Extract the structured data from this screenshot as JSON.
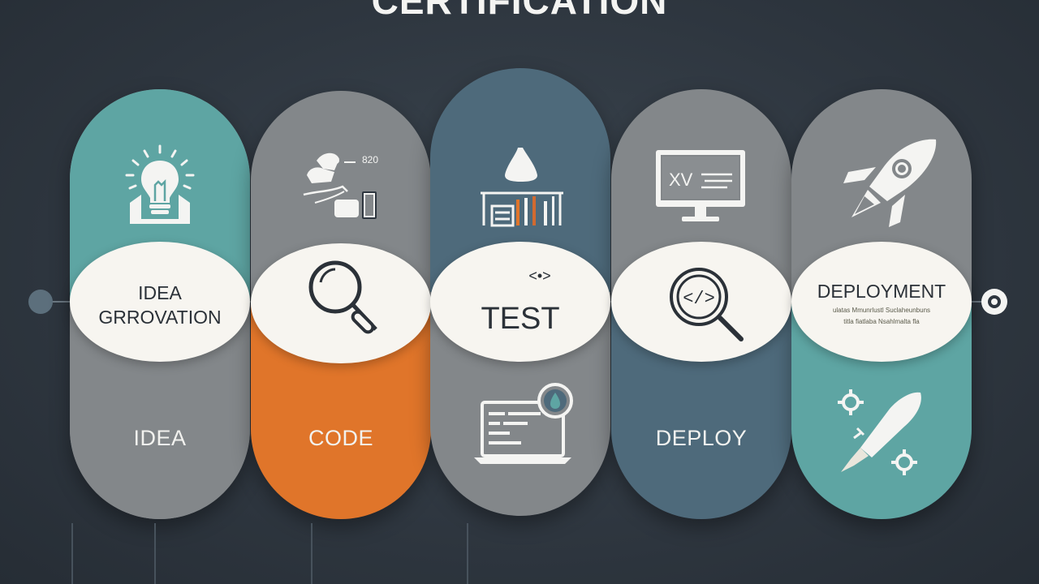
{
  "title": "CERTIFICATION",
  "stages": [
    {
      "lens_title": "IDEA",
      "lens_subtitle": "GRROVATION",
      "bottom_label": "IDEA",
      "top_icon": "lightbulb-icon",
      "lens_icon": null,
      "bottom_icon": null
    },
    {
      "lens_title": "",
      "lens_subtitle": "",
      "bottom_label": "CODE",
      "top_icon": "research-workstation-icon",
      "lens_icon": "magnifier-icon",
      "bottom_icon": null,
      "top_icon_text": "820"
    },
    {
      "lens_title": "TEST",
      "lens_tag": "<•>",
      "bottom_label": "",
      "top_icon": "lab-flask-icon",
      "lens_icon": null,
      "bottom_icon": "laptop-code-icon"
    },
    {
      "lens_title": "",
      "bottom_label": "DEPLOY",
      "top_icon": "monitor-code-icon",
      "top_icon_text": "XV",
      "lens_icon": "code-magnifier-icon",
      "lens_icon_text": "</>",
      "bottom_icon": null
    },
    {
      "lens_title": "DEPLOYMENT",
      "lens_fine_1": "ulatas Mmunrlustl Suclaheunbuns",
      "lens_fine_2": "titla fiatlaba Nsahlmalta fla",
      "bottom_label": "",
      "top_icon": "rocket-icon",
      "lens_icon": null,
      "bottom_icon": "rocket-gears-icon"
    }
  ],
  "colors": {
    "background": "#2e363f",
    "teal": "#5ea5a3",
    "gray": "#83878a",
    "slate": "#4e6a7b",
    "orange": "#e0752a",
    "lens": "#f7f5f0"
  }
}
